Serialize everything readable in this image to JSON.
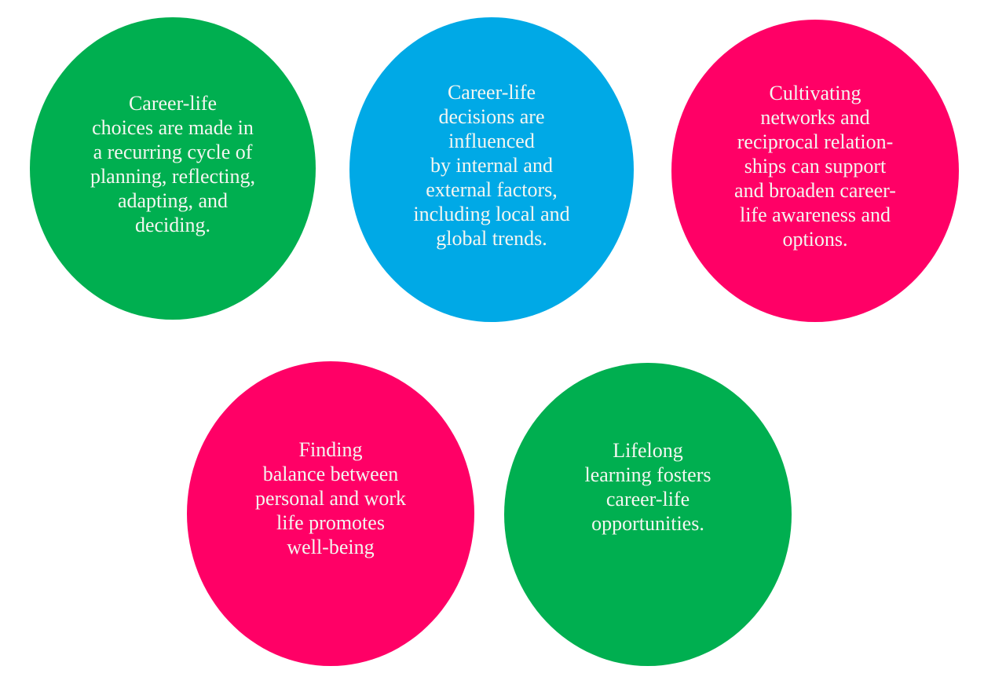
{
  "diagram": {
    "colors": {
      "green": "#00AF50",
      "blue": "#00A9E6",
      "pink": "#FF0066",
      "text": "#F4F6F1"
    },
    "circles": [
      {
        "id": "c1",
        "color": "#00AF50",
        "text": "Career-life\nchoices are made in\na recurring cycle of\nplanning, reflecting,\nadapting, and\ndeciding."
      },
      {
        "id": "c2",
        "color": "#00A9E6",
        "text": "Career-life\ndecisions are\ninfluenced\nby internal and\nexternal factors,\nincluding local and\nglobal trends."
      },
      {
        "id": "c3",
        "color": "#FF0066",
        "text": "Cultivating\nnetworks and\nreciprocal relation-\nships can support\nand broaden career-\nlife awareness and\noptions."
      },
      {
        "id": "c4",
        "color": "#FF0066",
        "text": "Finding\nbalance between\npersonal and work\nlife promotes\nwell-being"
      },
      {
        "id": "c5",
        "color": "#00AF50",
        "text": "Lifelong\nlearning fosters\ncareer-life\nopportunities."
      }
    ]
  }
}
